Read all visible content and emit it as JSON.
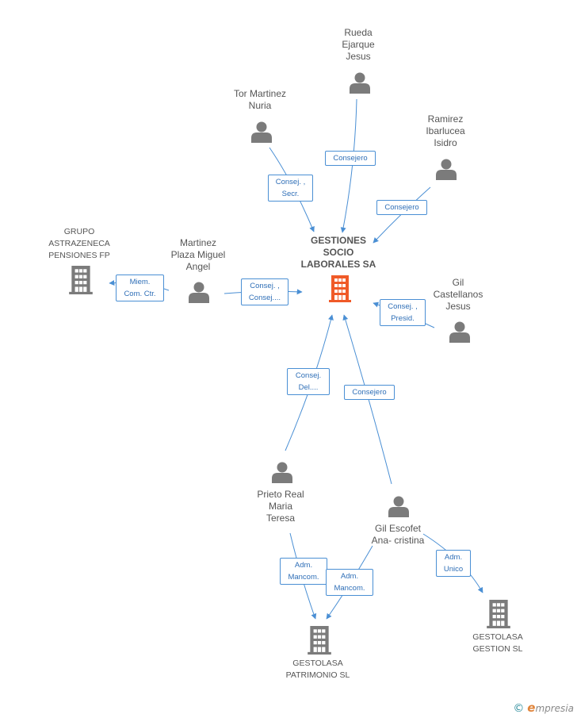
{
  "nodes": {
    "main": {
      "label": "GESTIONES\nSOCIO\nLABORALES SA",
      "type": "company-main"
    },
    "rueda": {
      "label": "Rueda\nEjarque\nJesus",
      "type": "person"
    },
    "tor": {
      "label": "Tor Martinez\nNuria",
      "type": "person"
    },
    "ramirez": {
      "label": "Ramirez\nIbarlucea\nIsidro",
      "type": "person"
    },
    "grupo": {
      "label": "GRUPO\nASTRAZENECA\nPENSIONES FP",
      "type": "company"
    },
    "martinez": {
      "label": "Martinez\nPlaza Miguel\nAngel",
      "type": "person"
    },
    "gilcast": {
      "label": "Gil\nCastellanos\nJesus",
      "type": "person"
    },
    "prieto": {
      "label": "Prieto Real\nMaria\nTeresa",
      "type": "person"
    },
    "gilesc": {
      "label": "Gil Escofet\nAna- cristina",
      "type": "person"
    },
    "patrimonio": {
      "label": "GESTOLASA\nPATRIMONIO SL",
      "type": "company"
    },
    "gestion": {
      "label": "GESTOLASA\nGESTION SL",
      "type": "company"
    }
  },
  "edges": [
    {
      "id": "rueda-main",
      "label": "Consejero"
    },
    {
      "id": "tor-main",
      "label": "Consej. ,\nSecr."
    },
    {
      "id": "ramirez-main",
      "label": "Consejero"
    },
    {
      "id": "martinez-grupo",
      "label": "Miem.\nCom. Ctr."
    },
    {
      "id": "martinez-main",
      "label": "Consej. ,\nConsej...."
    },
    {
      "id": "gilcast-main",
      "label": "Consej. ,\nPresid."
    },
    {
      "id": "prieto-main",
      "label": "Consej.\nDel...."
    },
    {
      "id": "gilesc-main",
      "label": "Consejero"
    },
    {
      "id": "prieto-patrimonio",
      "label": "Adm.\nMancom."
    },
    {
      "id": "gilesc-patrimonio",
      "label": "Adm.\nMancom."
    },
    {
      "id": "gilesc-gestion",
      "label": "Adm.\nUnico"
    }
  ],
  "colors": {
    "edge": "#4a8fd4",
    "person": "#7b7b7b",
    "company": "#7b7b7b",
    "main_company": "#f05a28"
  },
  "brand": {
    "copyright": "©",
    "initial": "e",
    "rest": "mpresia"
  }
}
